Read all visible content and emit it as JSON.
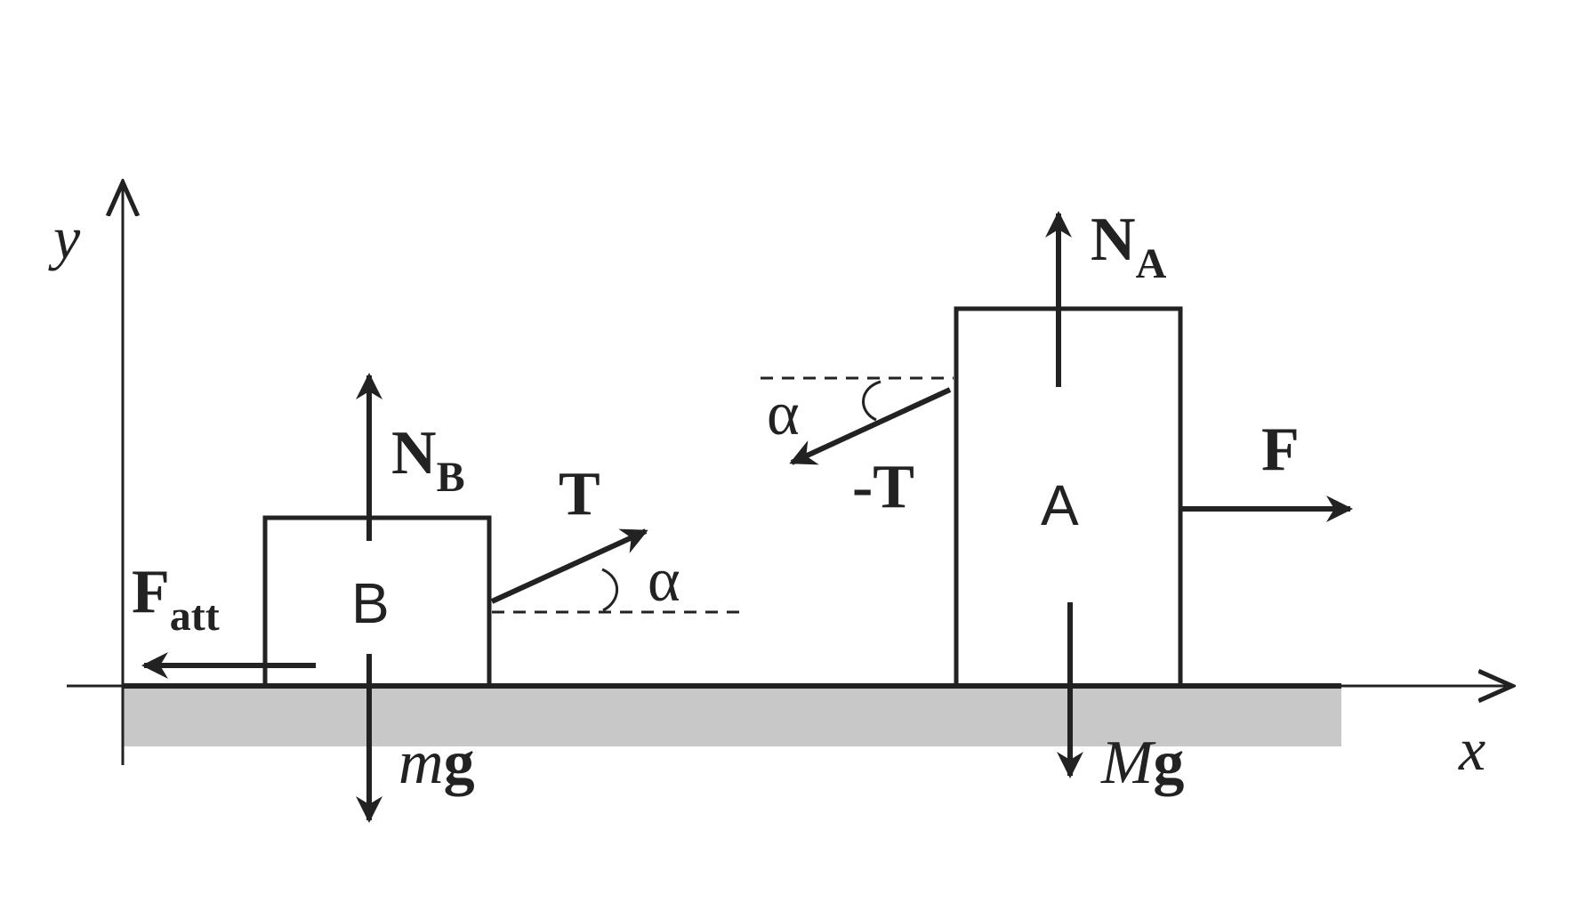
{
  "axes": {
    "x_label": "x",
    "y_label": "y"
  },
  "block_b": {
    "label": "B",
    "normal_force": {
      "symbol": "N",
      "subscript": "B"
    },
    "weight": {
      "italic": "m",
      "bold": "g"
    },
    "friction": {
      "symbol": "F",
      "subscript": "att"
    },
    "tension": {
      "label": "T"
    },
    "angle": "α"
  },
  "block_a": {
    "label": "A",
    "normal_force": {
      "symbol": "N",
      "subscript": "A"
    },
    "weight": {
      "italic": "M",
      "bold": "g"
    },
    "applied_force": {
      "label": "F"
    },
    "tension": {
      "label": "-T"
    },
    "angle": "α"
  },
  "colors": {
    "ink": "#222222",
    "ground": "#c8c8c8",
    "background": "#ffffff"
  }
}
